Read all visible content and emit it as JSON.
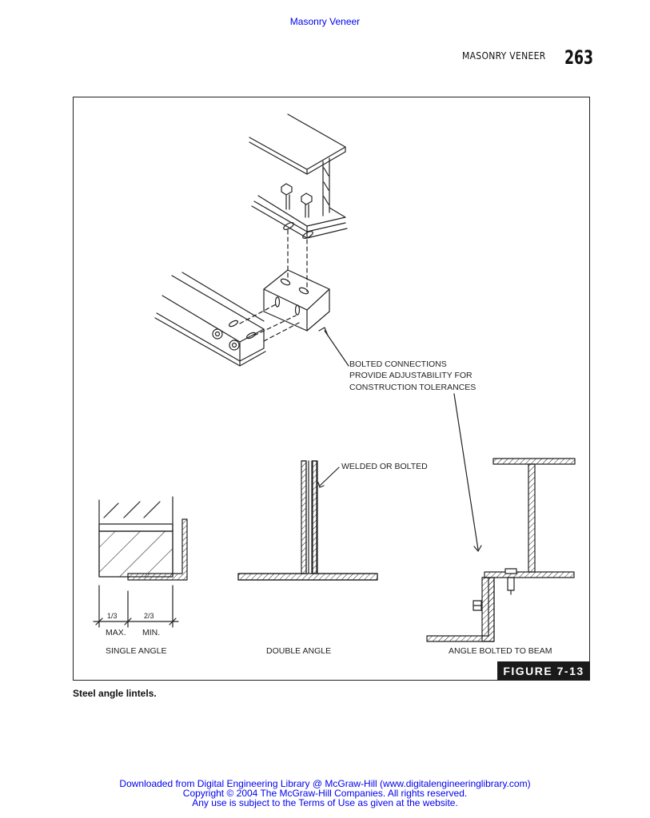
{
  "header": {
    "link_text": "Masonry Veneer",
    "running_head": "MASONRY VENEER",
    "page_number": "263"
  },
  "figure": {
    "labels": {
      "bolted_line1": "BOLTED CONNECTIONS",
      "bolted_line2": "PROVIDE ADJUSTABILITY FOR",
      "bolted_line3": "CONSTRUCTION TOLERANCES",
      "welded": "WELDED OR BOLTED",
      "one_third": "1/3",
      "two_thirds": "2/3",
      "max": "MAX.",
      "min": "MIN.",
      "single_angle": "SINGLE ANGLE",
      "double_angle": "DOUBLE ANGLE",
      "angle_bolted": "ANGLE BOLTED TO BEAM"
    },
    "tag": "FIGURE 7-13",
    "caption": "Steel angle lintels."
  },
  "footer": {
    "line1": "Downloaded from Digital Engineering Library @ McGraw-Hill (www.digitalengineeringlibrary.com)",
    "line2": "Copyright © 2004 The McGraw-Hill Companies. All rights reserved.",
    "line3": "Any use is subject to the Terms of Use as given at the website."
  }
}
